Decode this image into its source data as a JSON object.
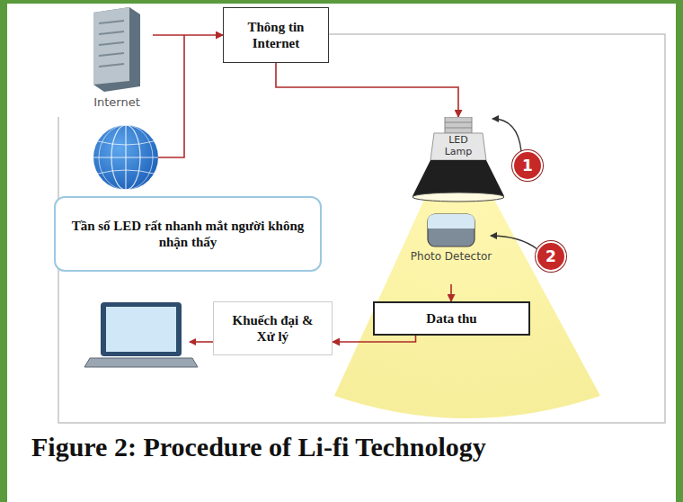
{
  "diagram": {
    "caption": "Figure 2: Procedure of Li-fi Technology",
    "nodes": [
      {
        "text": [
          "Internet"
        ]
      },
      {
        "text": [
          "Thông tin Internet"
        ]
      },
      {
        "text": [
          "LED Lamp"
        ]
      },
      {
        "text": [
          "Tần số LED rất nhanh mắt người không nhận thấy"
        ]
      },
      {
        "text": [
          "Photo Detector"
        ]
      },
      {
        "text": [
          "Khuếch đại & Xử lý"
        ]
      },
      {
        "text": [
          "Data thu"
        ]
      }
    ],
    "edges": [
      {
        "from": 0,
        "to": 1,
        "arrow": "to"
      },
      {
        "from": 1,
        "to": 2,
        "arrow": "to"
      },
      {
        "from": 4,
        "to": 6,
        "arrow": "to"
      },
      {
        "from": 6,
        "to": 5,
        "arrow": "to"
      }
    ],
    "labels": [
      "1",
      "2"
    ]
  }
}
